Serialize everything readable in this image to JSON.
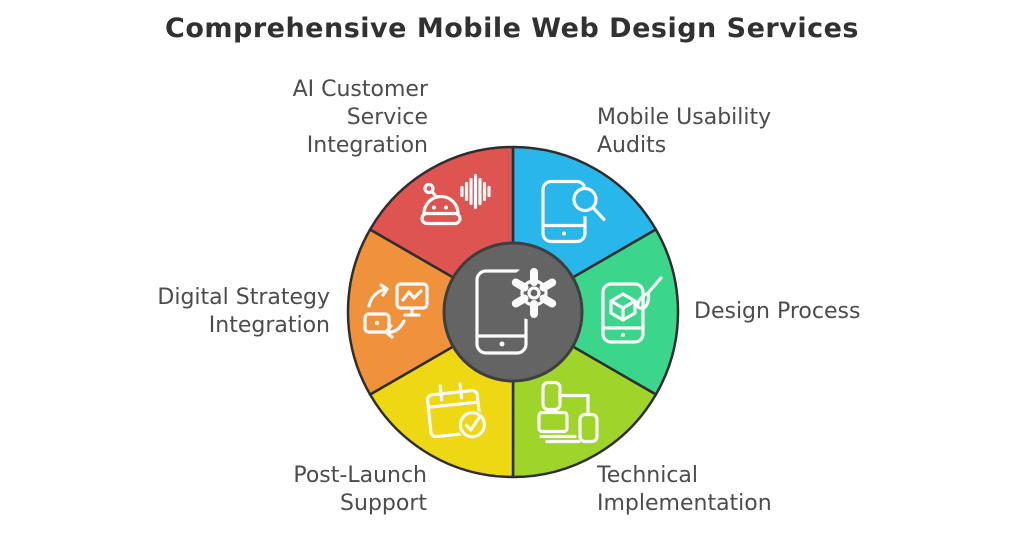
{
  "title": "Comprehensive Mobile Web Design Services",
  "center": {
    "icon": "phone-gear-icon",
    "fill": "#646464",
    "border": "#3e3e3e"
  },
  "style": {
    "outline_color": "#2e2e2e",
    "background_color": "#ffffff",
    "title_color": "#313131",
    "label_color": "#4c4c4c",
    "icon_stroke_color": "#fafafa"
  },
  "segments": [
    {
      "id": "mobile-usability-audits",
      "label_lines": [
        "Mobile Usability",
        "Audits"
      ],
      "color": "#29b6ea",
      "icon": "phone-search-icon",
      "position": "top-right"
    },
    {
      "id": "design-process",
      "label_lines": [
        "Design Process"
      ],
      "color": "#3bd68b",
      "icon": "phone-design-brush-icon",
      "position": "right"
    },
    {
      "id": "technical-implementation",
      "label_lines": [
        "Technical",
        "Implementation"
      ],
      "color": "#9fd42a",
      "icon": "connected-devices-icon",
      "position": "bottom-right"
    },
    {
      "id": "post-launch-support",
      "label_lines": [
        "Post-Launch",
        "Support"
      ],
      "color": "#eed813",
      "icon": "calendar-check-icon",
      "position": "bottom-left"
    },
    {
      "id": "digital-strategy-integration",
      "label_lines": [
        "Digital Strategy",
        "Integration"
      ],
      "color": "#f0913b",
      "icon": "strategy-sync-icon",
      "position": "left"
    },
    {
      "id": "ai-customer-service-integration",
      "label_lines": [
        "AI Customer",
        "Service",
        "Integration"
      ],
      "color": "#dd5451",
      "icon": "robot-voice-icon",
      "position": "top-left"
    }
  ]
}
